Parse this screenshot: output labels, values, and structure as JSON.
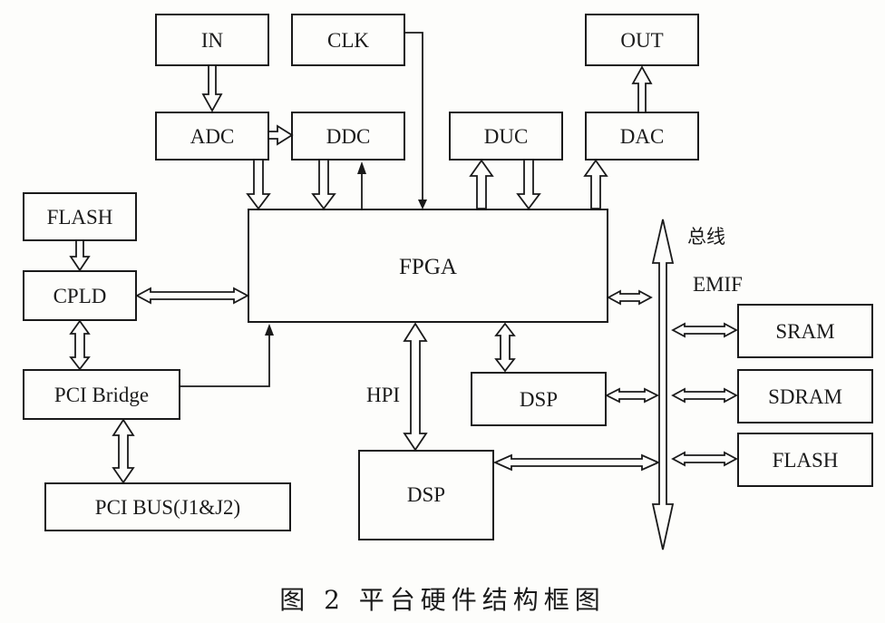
{
  "blocks": {
    "in": "IN",
    "clk": "CLK",
    "out": "OUT",
    "adc": "ADC",
    "ddc": "DDC",
    "duc": "DUC",
    "dac": "DAC",
    "fpga": "FPGA",
    "flash_top": "FLASH",
    "cpld": "CPLD",
    "pci_bridge": "PCI Bridge",
    "pci_bus": "PCI  BUS(J1&J2)",
    "dsp_right": "DSP",
    "dsp_bottom": "DSP",
    "sram": "SRAM",
    "sdram": "SDRAM",
    "flash_right": "FLASH"
  },
  "labels": {
    "hpi": "HPI",
    "bus": "总线",
    "emif": "EMIF"
  },
  "caption": "图 2   平台硬件结构框图",
  "colors": {
    "ink": "#1a1a1a",
    "paper": "#fdfdfb"
  }
}
